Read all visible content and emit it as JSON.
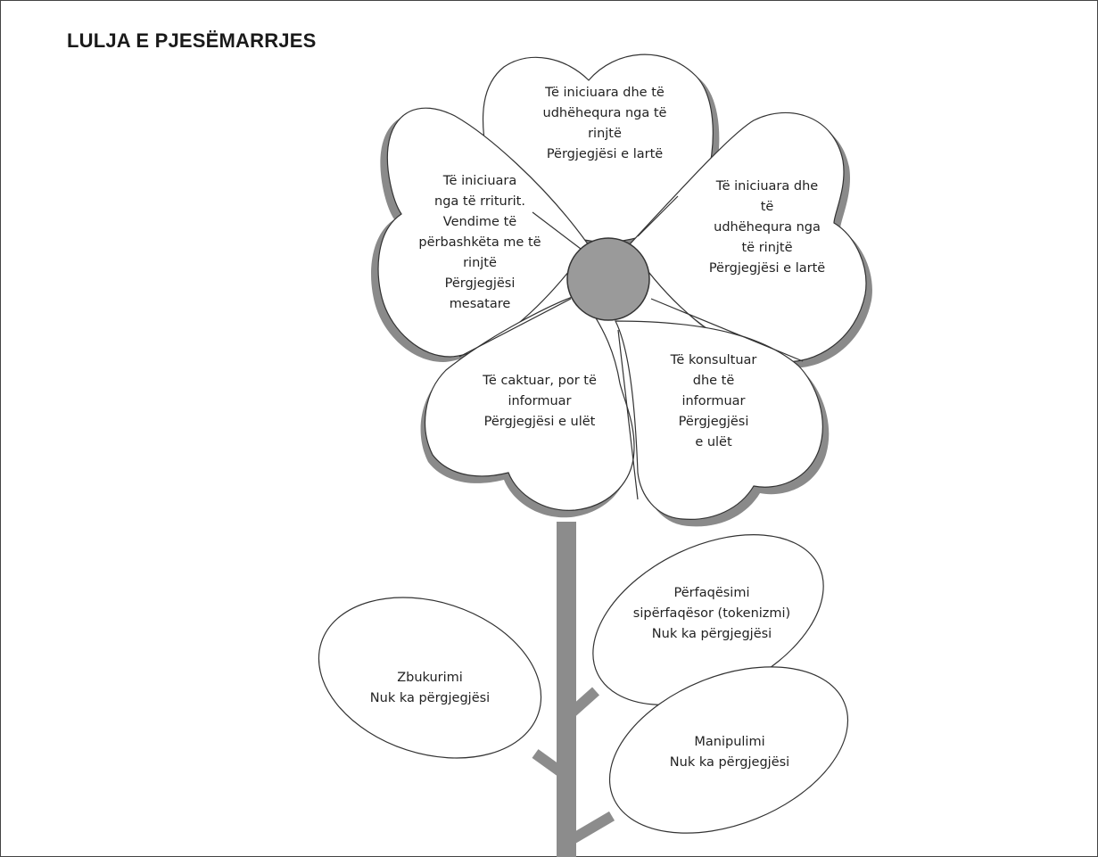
{
  "title": "LULJA E PJESËMARRJES",
  "colors": {
    "petal_fill": "#ffffff",
    "petal_shadow": "#8a8a8a",
    "outline": "#333333",
    "stem": "#8c8c8c",
    "center": "#9a9a9a"
  },
  "petals": {
    "top": "Të iniciuara dhe të\nudhëhequra nga të\nrinjtë\nPërgjegjësi e lartë",
    "right": "Të iniciuara dhe\ntë\nudhëhequra nga\ntë rinjtë\nPërgjegjësi e lartë",
    "left": "Të iniciuara\nnga të rriturit.\nVendime të\npërbashkëta me të\nrinjtë\nPërgjegjësi\nmesatare",
    "bottom_left": "Të caktuar, por të\ninformuar\nPërgjegjësi e ulët",
    "bottom_right": "Të konsultuar\ndhe të\ninformuar\nPërgjegjësi\ne ulët"
  },
  "leaves": {
    "upper_right": "Përfaqësimi\nsipërfaqësor (tokenizmi)\nNuk ka përgjegjësi",
    "left": "Zbukurimi\nNuk ka përgjegjësi",
    "lower_right": "Manipulimi\nNuk ka përgjegjësi"
  }
}
